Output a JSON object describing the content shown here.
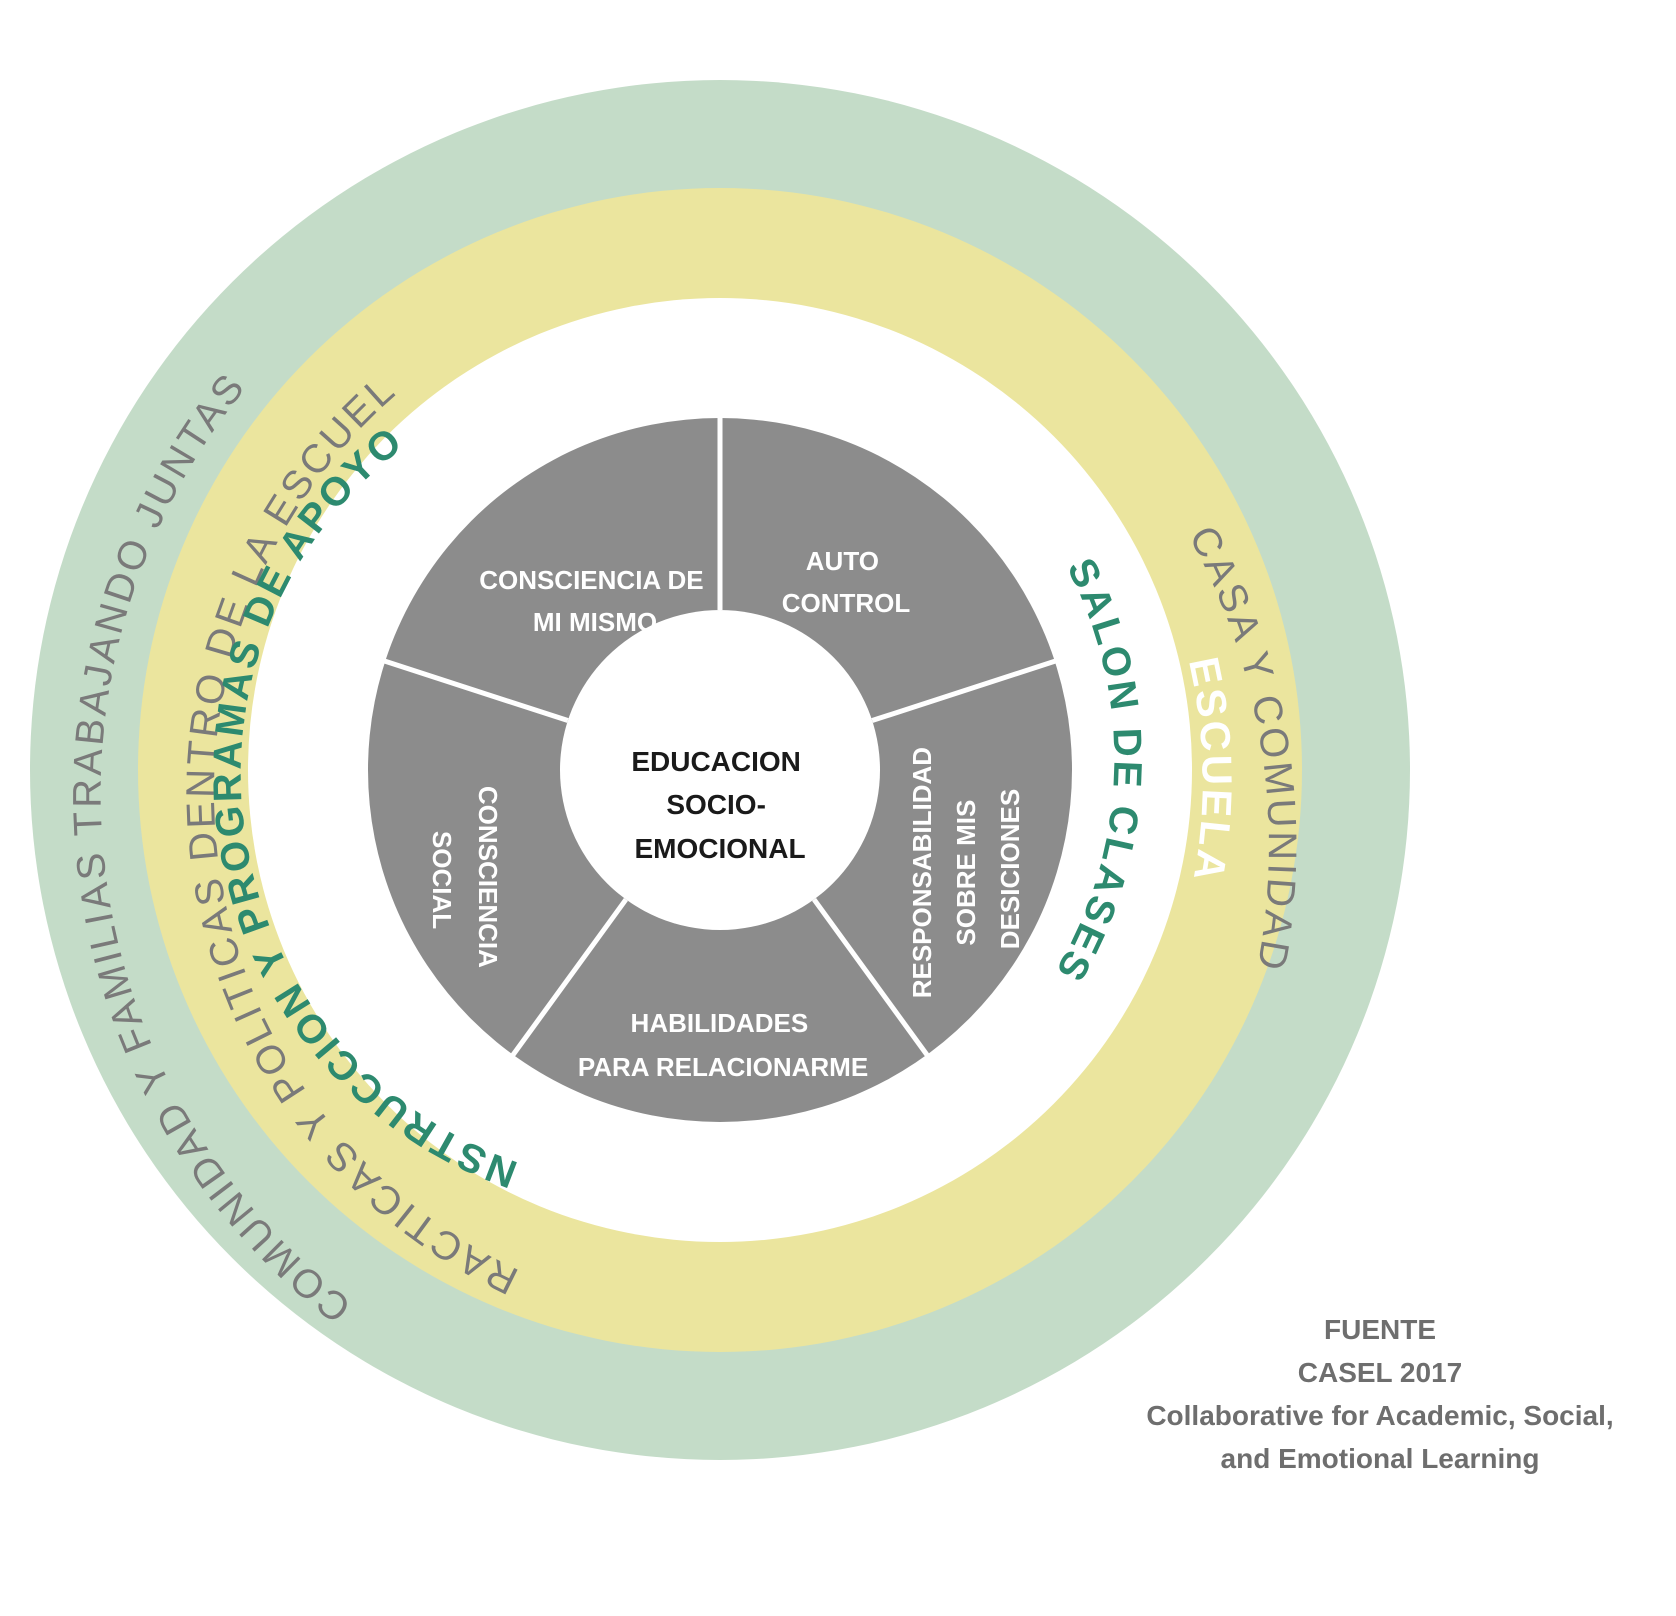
{
  "rings": {
    "outer": {
      "label_left": "COMUNIDAD Y FAMILIAS TRABAJANDO JUNTAS",
      "label_right": "CASA Y COMUNIDAD",
      "color": "#c4dcc8",
      "text_color": "#7a7a7a"
    },
    "middle": {
      "label_left": "PRACTICAS Y POLITICAS DENTRO DE LA ESCUELA",
      "label_right": "ESCUELA",
      "color": "#ebe59e",
      "text_color": "#7a7a7a",
      "label_right_color": "#ffffff"
    },
    "inner": {
      "label_left": "INSTRUCCION Y PROGRAMAS DE APOYO",
      "label_right": "SALON DE CLASES",
      "color": "#ffffff",
      "text_color": "#2d8a6f"
    }
  },
  "wheel": {
    "color": "#8c8c8c",
    "segments": [
      {
        "lines": [
          "CONSCIENCIA DE",
          "MI MISMO"
        ]
      },
      {
        "lines": [
          "AUTO",
          "CONTROL"
        ]
      },
      {
        "lines": [
          "RESPONSABILIDAD",
          "SOBRE MIS",
          "DESICIONES"
        ]
      },
      {
        "lines": [
          "HABILIDADES",
          "PARA RELACIONARME"
        ]
      },
      {
        "lines": [
          "CONSCIENCIA",
          "SOCIAL"
        ]
      }
    ]
  },
  "center": {
    "lines": [
      "EDUCACION",
      "SOCIO-",
      "EMOCIONAL"
    ]
  },
  "source": {
    "line1": "FUENTE",
    "line2": "CASEL 2017",
    "line3": "Collaborative for Academic, Social,",
    "line4": "and Emotional Learning"
  }
}
